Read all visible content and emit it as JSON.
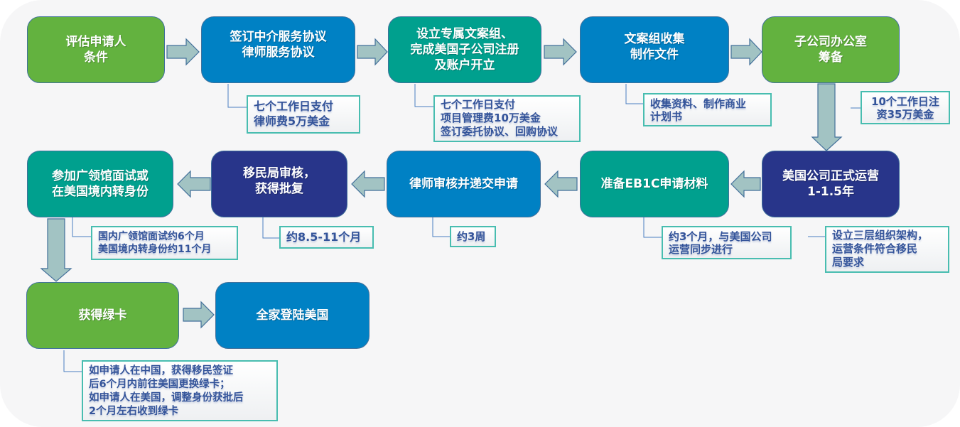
{
  "steps": {
    "s1": "评估申请人\n条件",
    "s2": "签订中介服务协议\n律师服务协议",
    "s3": "设立专属文案组、\n完成美国子公司注册\n及账户开立",
    "s4": "文案组收集\n制作文件",
    "s5": "子公司办公室\n筹备",
    "s6": "美国公司正式运营\n1-1.5年",
    "s7": "准备EB1C申请材料",
    "s8": "律师审核并递交申请",
    "s9": "移民局审核，\n获得批复",
    "s10": "参加广领馆面试或\n在美国境内转身份",
    "s11": "获得绿卡",
    "s12": "全家登陆美国"
  },
  "notes": {
    "n2": "七个工作日支付\n律师费5万美金",
    "n3": "七个工作日支付\n项目管理费10万美金\n签订委托协议、回购协议",
    "n4": "收集资料、制作商业\n计划书",
    "n5": "10个工作日注\n资35万美金",
    "n6": "设立三层组织架构，\n运营条件符合移民\n局要求",
    "n7": "约3个月，与美国公司\n运营同步进行",
    "n8": "约3周",
    "n9": "约8.5-11个月",
    "n10": "国内广领馆面试约6个月\n美国境内转身份约11个月",
    "n11": "如申请人在中国，获得移民签证\n后6个月内前往美国更换绿卡；\n如申请人在美国，调整身份获批后\n2个月左右收到绿卡"
  },
  "colors": {
    "green": "#63b23f",
    "blue": "#0081c4",
    "teal": "#00a08e",
    "navy": "#28358a",
    "arrow": "#a2c3c3"
  }
}
